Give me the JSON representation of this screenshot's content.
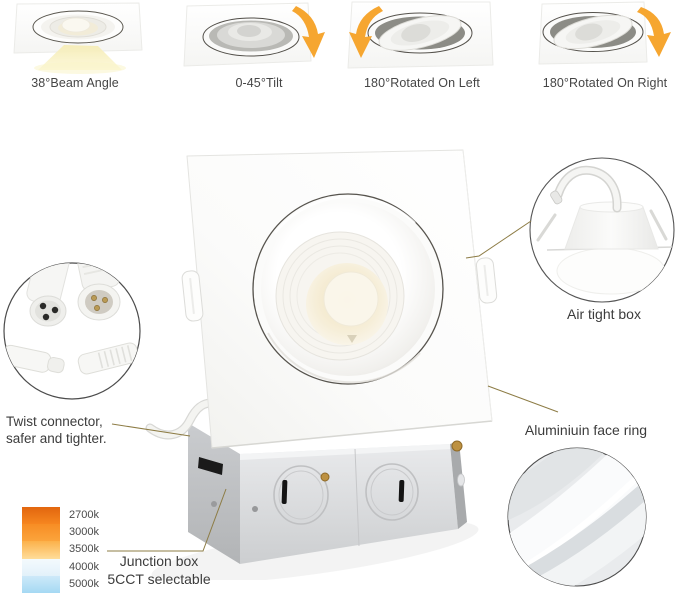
{
  "features": [
    {
      "label": "38°Beam Angle",
      "icon": "square-downlight-with-beam"
    },
    {
      "label": "0-45°Tilt",
      "icon": "tilt-arrow-downlight"
    },
    {
      "label": "180°Rotated On Left",
      "icon": "rotate-left-arrow-downlight"
    },
    {
      "label": "180°Rotated On Right",
      "icon": "rotate-right-arrow-downlight"
    }
  ],
  "callouts": {
    "twist": {
      "line1": "Twist connector,",
      "line2": "safer and tighter."
    },
    "air_tight_box": "Air tight box",
    "face_ring": "Aluminiuin face ring",
    "junction": {
      "line1": "Junction box",
      "line2": "5CCT selectable"
    }
  },
  "cct": {
    "items": [
      {
        "label": "2700k",
        "top": "#e2660e",
        "bottom": "#f6861f"
      },
      {
        "label": "3000k",
        "top": "#f78d24",
        "bottom": "#fba43c"
      },
      {
        "label": "3500k",
        "top": "#fcb14a",
        "bottom": "#fedd9a"
      },
      {
        "label": "4000k",
        "top": "#f4fafd",
        "bottom": "#e2f1fa"
      },
      {
        "label": "5000k",
        "top": "#cde9f9",
        "bottom": "#a5d9f3"
      }
    ]
  },
  "colors": {
    "arrow_accent": "#f6a630",
    "leader_line": "#8d7c45",
    "beam_yellow": "#f5ecb6",
    "warm_glow": "#f0e2bd"
  }
}
